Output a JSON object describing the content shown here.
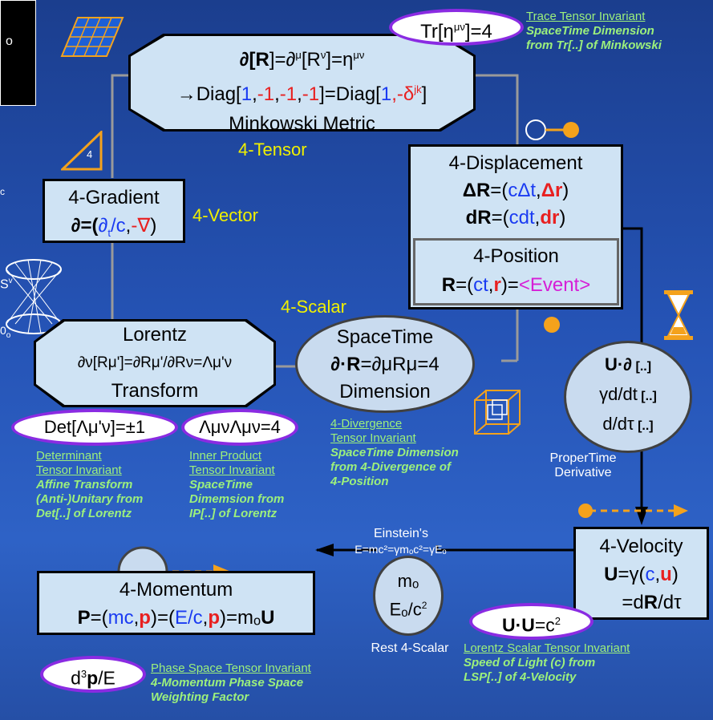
{
  "tensor": {
    "line1_a": "∂[",
    "line1_b": "R",
    "line1_c": "]=∂",
    "line1_d": "μ",
    "line1_e": "[R",
    "line1_f": "ν",
    "line1_g": "]=η",
    "line1_h": "μν",
    "line2_a": "→Diag[",
    "n1": "1",
    "c1": ",",
    "n2": "-1",
    "c2": ",",
    "n3": "-1",
    "c3": ",",
    "n4": "-1",
    "line2_b": "]=Diag[",
    "n5": "1",
    "c4": ",-",
    "n6": "δ",
    "n6sup": "jk",
    "line2_c": "]",
    "line3": "Minkowski Metric"
  },
  "trace": {
    "text_a": "Tr[η",
    "text_sup": "μν",
    "text_b": "]=4"
  },
  "trace_links": {
    "title": "Trace Tensor Invariant",
    "l1": "SpaceTime Dimension",
    "l2": "from Tr[..] of Minkowski"
  },
  "labels": {
    "tensor": "4-Tensor",
    "vector": "4-Vector",
    "scalar": "4-Scalar",
    "einstein": "Einstein's",
    "rest": "Rest 4-Scalar",
    "proper1": "ProperTime",
    "proper2": "Derivative"
  },
  "gradient": {
    "title": "4-Gradient",
    "a": "∂=(",
    "b": "∂",
    "bsub": "t",
    "c": "/c",
    "d": ",",
    "e": "-∇",
    "f": ")"
  },
  "displacement": {
    "title": "4-Displacement",
    "l2a": "ΔR",
    "l2b": "=(",
    "l2c": "cΔt",
    "l2d": ",",
    "l2e": "Δr",
    "l2f": ")",
    "l3a": "dR",
    "l3b": "=(",
    "l3c": "cdt",
    "l3d": ",",
    "l3e": "dr",
    "l3f": ")"
  },
  "position": {
    "title": "4-Position",
    "a": "R",
    "b": "=(",
    "c": "ct",
    "d": ",",
    "e": "r",
    "f": ")=",
    "g": "<Event>"
  },
  "lorentz": {
    "title": "Lorentz",
    "l2": "∂ν[Rμ']=∂Rμ'/∂Rν=Λμ'ν",
    "l3": "Transform"
  },
  "spacetime": {
    "title": "SpaceTime",
    "l2a": "∂·R",
    "l2b": "=∂μRμ=4",
    "l3": "Dimension"
  },
  "det": {
    "text": "Det[Λμ'ν]=±1"
  },
  "inner": {
    "text": "ΛμνΛμν=4"
  },
  "det_links": {
    "title1": "Determinant",
    "title2": "Tensor Invariant",
    "l1": "Affine Transform",
    "l2": "(Anti-)Unitary from",
    "l3": "Det[..] of Lorentz"
  },
  "inner_links": {
    "title1": "Inner Product",
    "title2": "Tensor Invariant",
    "l1": "SpaceTime",
    "l2": "Dimemsion from",
    "l3": "IP[..] of Lorentz"
  },
  "div_links": {
    "title1": "4-Divergence",
    "title2": "Tensor Invariant",
    "l1": "SpaceTime Dimension",
    "l2": "from 4-Divergence of",
    "l3": "4-Position"
  },
  "uop": {
    "l1a": "U·∂",
    "l1b": " [..]",
    "l2a": "γd/dt",
    "l2b": " [..]",
    "l3a": "d/dτ",
    "l3b": " [..]"
  },
  "velocity": {
    "title": "4-Velocity",
    "l2a": "U",
    "l2b": "=γ(",
    "l2c": "c",
    "l2d": ",",
    "l2e": "u",
    "l2f": ")",
    "l3a": "=d",
    "l3b": "R",
    "l3c": "/dτ"
  },
  "uu": {
    "a": "U·U",
    "b": "=c",
    "sup": "2"
  },
  "uu_links": {
    "title": "Lorentz Scalar Tensor Invariant",
    "l1": "Speed of Light (c) from",
    "l2": "LSP[..] of 4-Velocity"
  },
  "einstein_eq": "E=mc²=γmₒc²=γEₒ",
  "mass": {
    "l1": "mₒ",
    "l2a": "Eₒ/c",
    "l2sup": "2"
  },
  "momentum": {
    "title": "4-Momentum",
    "a": "P",
    "b": "=(",
    "c": "mc",
    "d": ",",
    "e": "p",
    "f": ")=(",
    "g": "E/c",
    "h": ",",
    "i": "p",
    "j": ")=mₒ",
    "k": "U"
  },
  "phase": {
    "a": "d",
    "sup": "3",
    "b": "p",
    "c": "/E"
  },
  "phase_links": {
    "title": "Phase Space Tensor Invariant",
    "l1": "4-Momentum Phase Space",
    "l2": "Weighting Factor"
  },
  "small_triangle": "4",
  "left_edge": {
    "o": "o",
    "c": "c",
    "sv": "S",
    "svsup": "v",
    "zero": "0",
    "zsub": "o"
  },
  "colors": {
    "accent_orange": "#f4a21c",
    "invariant_green": "#9cf07c",
    "pill_border": "#8a2be2"
  }
}
